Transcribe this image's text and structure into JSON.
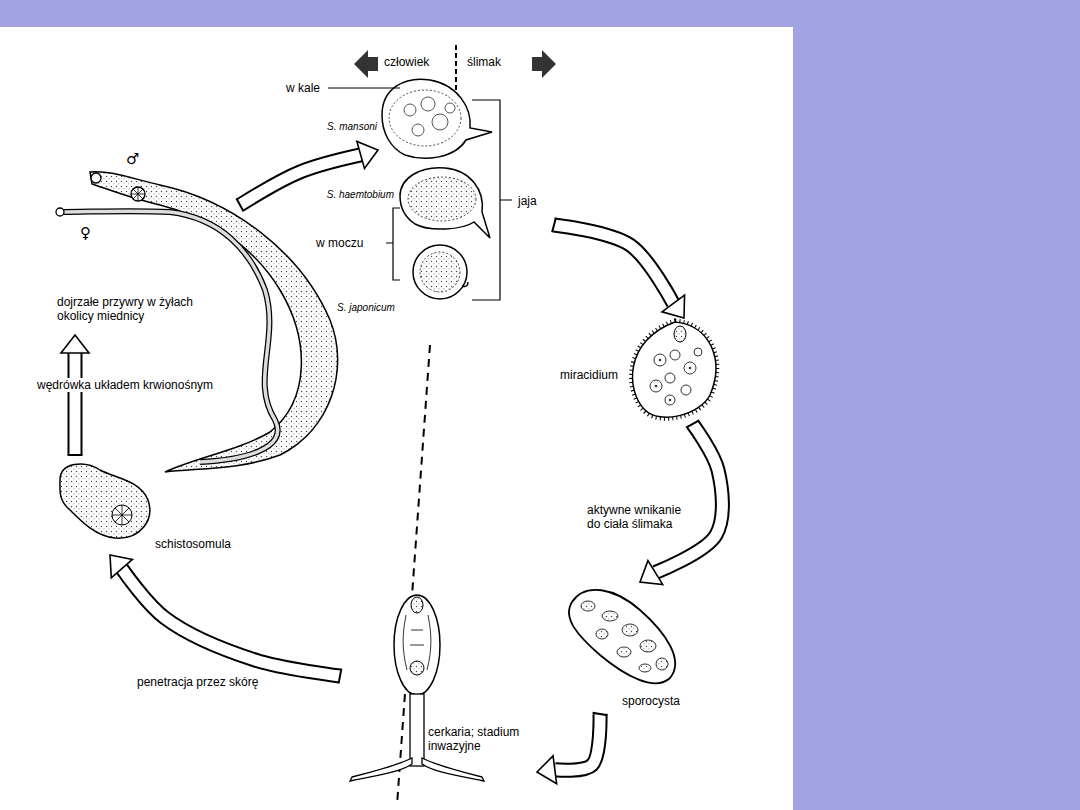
{
  "diagram": {
    "nodes": [
      {
        "text": [
          "jaja"
        ]
      },
      {
        "text": [
          "miracidium"
        ]
      },
      {
        "text": [
          "sporocysta"
        ]
      },
      {
        "text": [
          "cerkaria; stadium inwazyjne"
        ]
      },
      {
        "text": [
          "schistosomula"
        ]
      },
      {
        "text": [
          "dojrzałe przywry w żyłach okolicy miednicy"
        ]
      }
    ],
    "edges": [
      {
        "from": 5,
        "to": 0,
        "arrow": "to"
      },
      {
        "from": 0,
        "to": 1,
        "arrow": "to"
      },
      {
        "from": 1,
        "to": 2,
        "label": "aktywne wnikanie do ciała ślimaka",
        "arrow": "to"
      },
      {
        "from": 2,
        "to": 3,
        "arrow": "to"
      },
      {
        "from": 3,
        "to": 4,
        "label": "penetracja przez skórę",
        "arrow": "to"
      },
      {
        "from": 4,
        "to": 5,
        "label": "wędrówka układem krwionośnym",
        "arrow": "to"
      }
    ],
    "labels": [
      "człowiek",
      "ślimak",
      "w kale",
      "S. mansoni",
      "S. haemtobium",
      "w moczu",
      "S. japonicum",
      "♂",
      "♀"
    ]
  }
}
